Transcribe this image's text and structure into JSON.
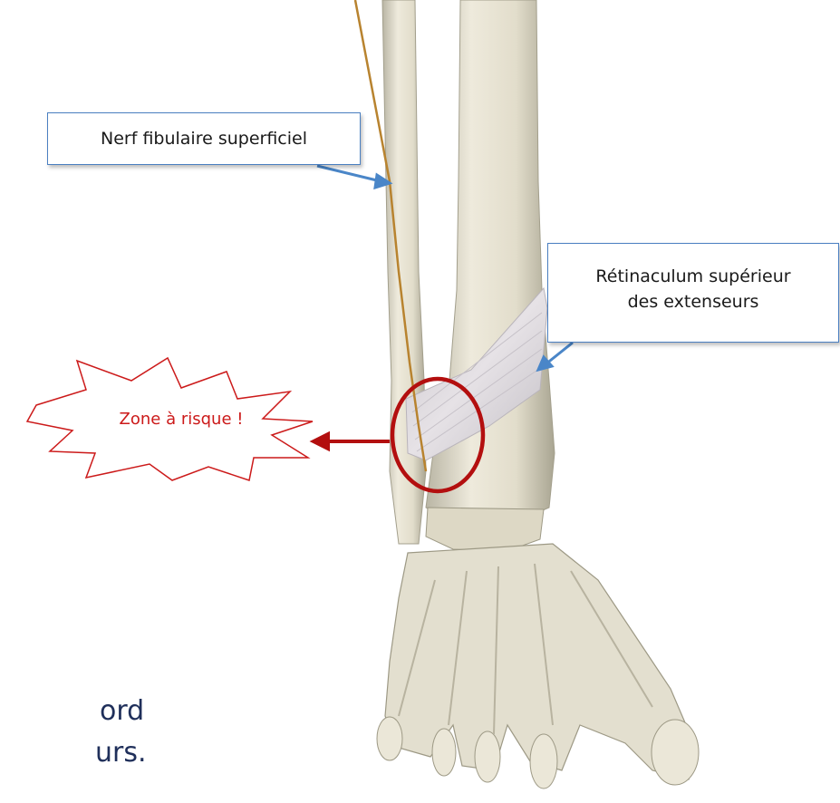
{
  "labels": {
    "nerve": "Nerf fibulaire superficiel",
    "retinaculum_line1": "Rétinaculum supérieur",
    "retinaculum_line2": "des extenseurs",
    "risk_zone": "Zone à risque !"
  },
  "body_text": {
    "line1": "ord",
    "line2": "urs."
  },
  "colors": {
    "callout_border": "#4a7fc1",
    "arrow_blue": "#4a86c8",
    "risk_red": "#b30f0f",
    "nerve": "#b8832f",
    "bone": "#e3dfcf",
    "ligament": "#d8d4d8",
    "body_text": "#1f2f5a"
  }
}
